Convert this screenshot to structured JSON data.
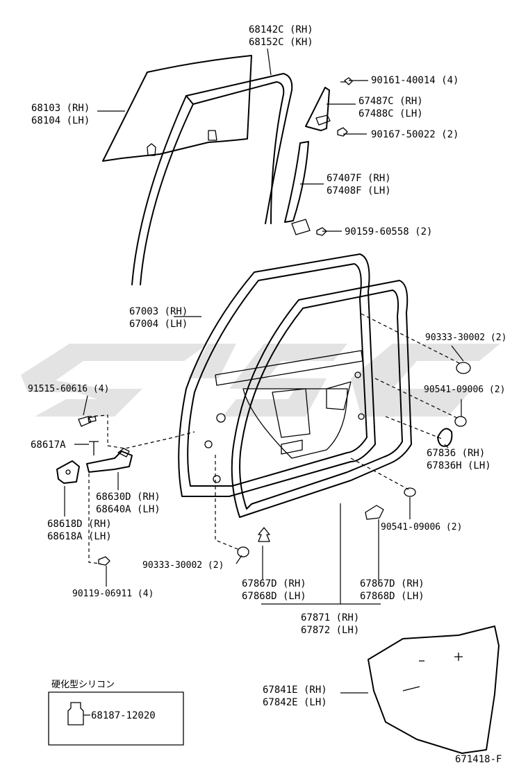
{
  "labels": {
    "glass_run": [
      "68142C (RH)",
      "68152C (KH)"
    ],
    "glass": [
      "68103 (RH)",
      "68104 (LH)"
    ],
    "screw_top": "90161-40014 (4)",
    "bracket": [
      "67487C (RH)",
      "67488C (LH)"
    ],
    "bolt_bracket": "90167-50022 (2)",
    "division_bar": [
      "67407F (RH)",
      "67408F (LH)"
    ],
    "bolt_bar": "90159-60558 (2)",
    "door_panel": [
      "67003 (RH)",
      "67004 (LH)"
    ],
    "hole_plug_right": "90333-30002 (2)",
    "bolt_hinge": "91515-60616 (4)",
    "plug_right": "90541-09006 (2)",
    "pin": "68617A",
    "hinge_upper": [
      "68630D (RH)",
      "68640A (LH)"
    ],
    "cover": [
      "67836 (RH)",
      "67836H (LH)"
    ],
    "hinge_lower": [
      "68618D (RH)",
      "68618A (LH)"
    ],
    "plug_lower": "90541-09006 (2)",
    "hole_plug_left": "90333-30002 (2)",
    "bolt_lower": "90119-06911 (4)",
    "clip_left": [
      "67867D (RH)",
      "67868D (LH)"
    ],
    "clip_right": [
      "67867D (RH)",
      "67868D (LH)"
    ],
    "weatherstrip": [
      "67871 (RH)",
      "67872 (LH)"
    ],
    "sealant_heading": "硬化型シリコン",
    "sealant_part": "68187-12020",
    "service_cover": [
      "67841E (RH)",
      "67842E (LH)"
    ],
    "figure_number": "671418-F"
  }
}
